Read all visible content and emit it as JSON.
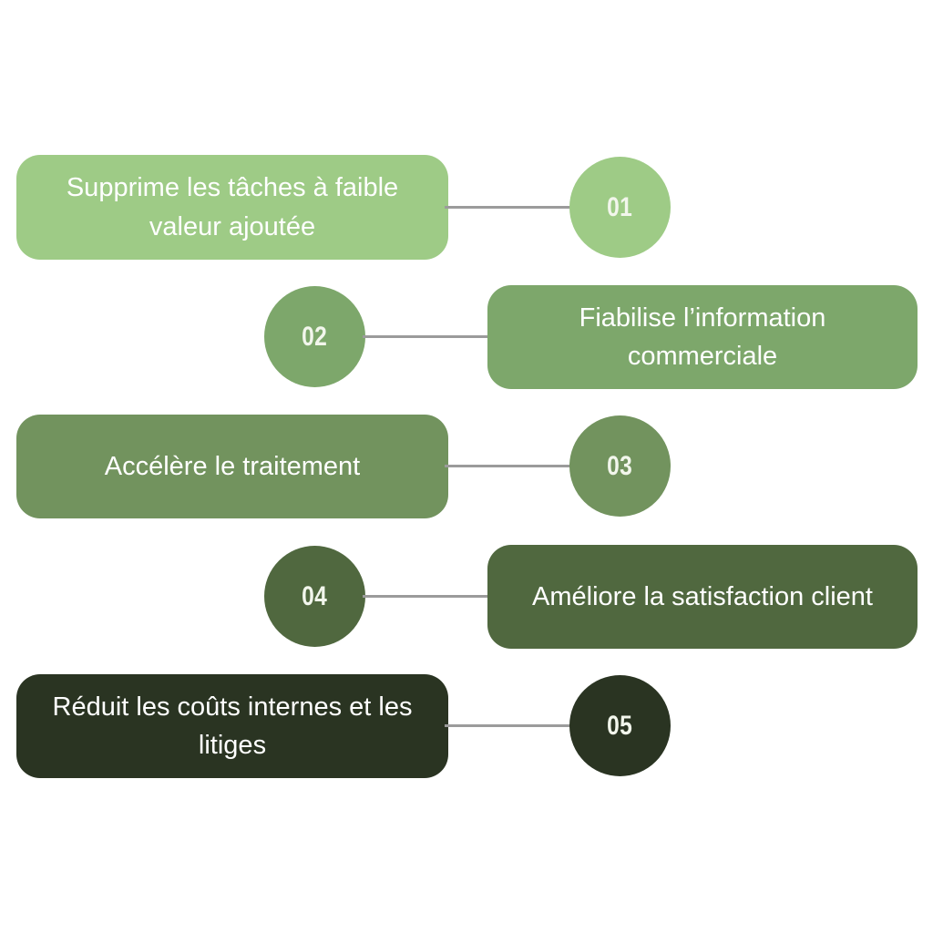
{
  "infographic": {
    "background_color": "#ffffff",
    "connector_color": "#9b9b9b",
    "text_color": "#ffffff",
    "rows": [
      {
        "number": "01",
        "label": "Supprime les tâches à faible valeur ajoutée",
        "color": "#9ecb86",
        "box_side": "left"
      },
      {
        "number": "02",
        "label": "Fiabilise l’information commerciale",
        "color": "#7da76b",
        "box_side": "right"
      },
      {
        "number": "03",
        "label": "Accélère le traitement",
        "color": "#72935e",
        "box_side": "left"
      },
      {
        "number": "04",
        "label": "Améliore la satisfaction client",
        "color": "#50683f",
        "box_side": "right"
      },
      {
        "number": "05",
        "label": "Réduit les coûts internes et les litiges",
        "color": "#2a3422",
        "box_side": "left"
      }
    ]
  }
}
